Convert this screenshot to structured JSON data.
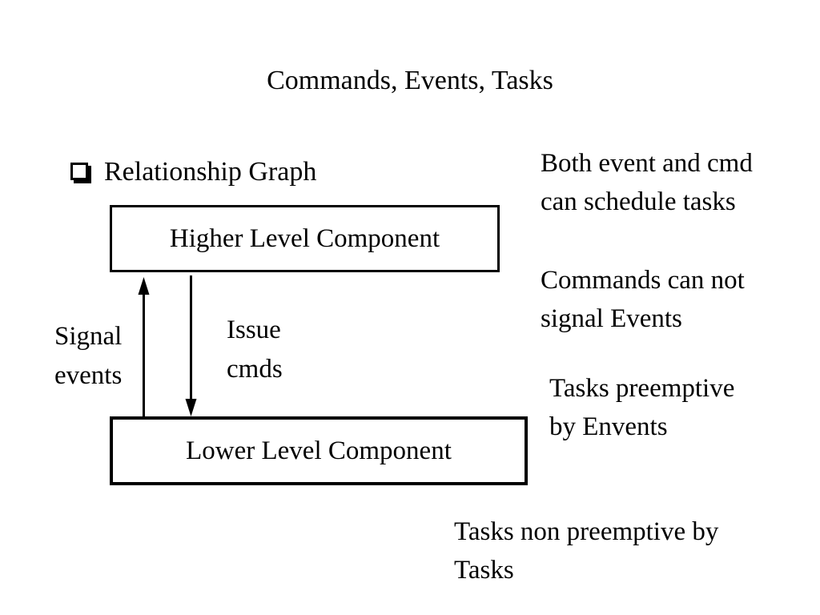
{
  "slide": {
    "title": "Commands, Events, Tasks",
    "bullet": {
      "label": "Relationship Graph"
    },
    "diagram": {
      "higher_box_label": "Higher Level Component",
      "lower_box_label": "Lower Level Component",
      "up_arrow_label": "Signal\nevents",
      "down_arrow_label": "Issue\ncmds"
    },
    "notes": [
      "Both event and cmd\ncan schedule tasks",
      "Commands can not\nsignal Events",
      "Tasks preemptive\nby Envents",
      "Tasks non preemptive by\nTasks"
    ],
    "colors": {
      "background": "#ffffff",
      "text": "#000000",
      "line": "#000000"
    }
  }
}
